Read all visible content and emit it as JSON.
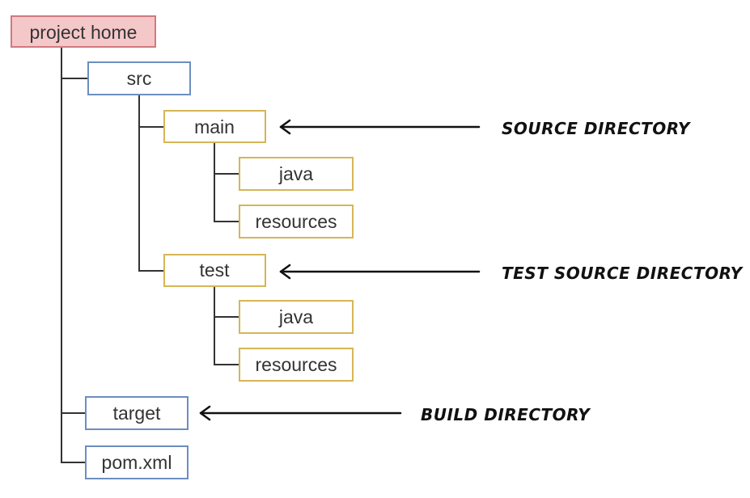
{
  "tree": {
    "root": "project home",
    "src": "src",
    "main": "main",
    "main_java": "java",
    "main_resources": "resources",
    "test": "test",
    "test_java": "java",
    "test_resources": "resources",
    "target": "target",
    "pom": "pom.xml"
  },
  "annotations": {
    "source": "SOURCE DIRECTORY",
    "test_source": "TEST SOURCE DIRECTORY",
    "build": "BUILD DIRECTORY"
  },
  "colors": {
    "root_fill": "#f4c7c9",
    "root_border": "#d07a7f",
    "blue_border": "#6c8ebf",
    "yellow_border": "#d6b656",
    "connector": "#333333"
  }
}
